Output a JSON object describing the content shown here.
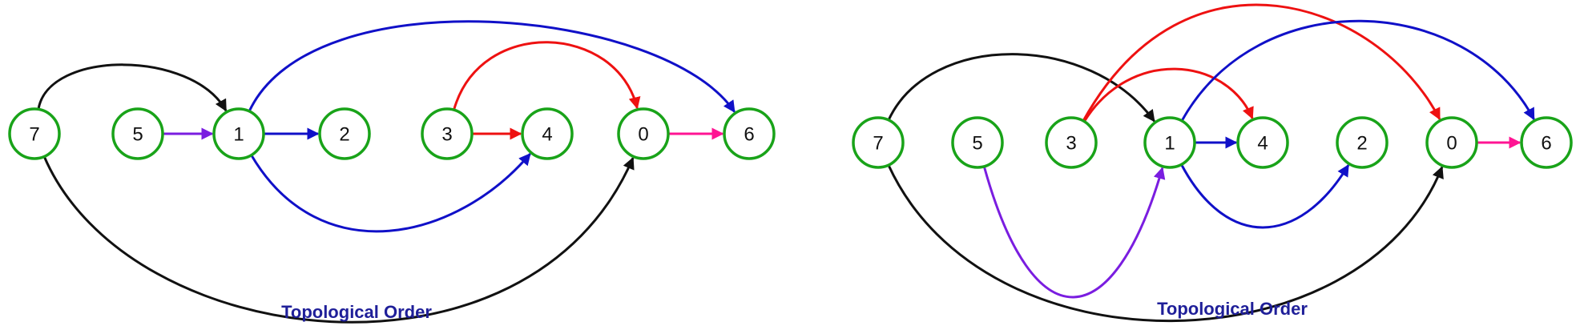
{
  "colors": {
    "node_stroke": "#19a319",
    "black": "#111111",
    "blue": "#1010c8",
    "red": "#ee1111",
    "purple": "#7a1de0",
    "pink": "#ff1493",
    "caption": "#1f1f99"
  },
  "diagrams": [
    {
      "caption": "Topological Order",
      "nodes": [
        {
          "id": "7",
          "label": "7"
        },
        {
          "id": "5",
          "label": "5"
        },
        {
          "id": "1",
          "label": "1"
        },
        {
          "id": "2",
          "label": "2"
        },
        {
          "id": "3",
          "label": "3"
        },
        {
          "id": "4",
          "label": "4"
        },
        {
          "id": "0",
          "label": "0"
        },
        {
          "id": "6",
          "label": "6"
        }
      ],
      "edges": [
        {
          "from": "7",
          "to": "1",
          "color": "black"
        },
        {
          "from": "7",
          "to": "0",
          "color": "black"
        },
        {
          "from": "5",
          "to": "1",
          "color": "purple"
        },
        {
          "from": "1",
          "to": "2",
          "color": "blue"
        },
        {
          "from": "1",
          "to": "4",
          "color": "blue"
        },
        {
          "from": "1",
          "to": "6",
          "color": "blue"
        },
        {
          "from": "3",
          "to": "4",
          "color": "red"
        },
        {
          "from": "3",
          "to": "0",
          "color": "red"
        },
        {
          "from": "0",
          "to": "6",
          "color": "pink"
        }
      ]
    },
    {
      "caption": "Topological Order",
      "nodes": [
        {
          "id": "7",
          "label": "7"
        },
        {
          "id": "5",
          "label": "5"
        },
        {
          "id": "3",
          "label": "3"
        },
        {
          "id": "1",
          "label": "1"
        },
        {
          "id": "4",
          "label": "4"
        },
        {
          "id": "2",
          "label": "2"
        },
        {
          "id": "0",
          "label": "0"
        },
        {
          "id": "6",
          "label": "6"
        }
      ],
      "edges": [
        {
          "from": "7",
          "to": "1",
          "color": "black"
        },
        {
          "from": "7",
          "to": "0",
          "color": "black"
        },
        {
          "from": "5",
          "to": "1",
          "color": "purple"
        },
        {
          "from": "3",
          "to": "4",
          "color": "red"
        },
        {
          "from": "3",
          "to": "0",
          "color": "red"
        },
        {
          "from": "1",
          "to": "4",
          "color": "blue"
        },
        {
          "from": "1",
          "to": "2",
          "color": "blue"
        },
        {
          "from": "1",
          "to": "6",
          "color": "blue"
        },
        {
          "from": "0",
          "to": "6",
          "color": "pink"
        }
      ]
    }
  ]
}
